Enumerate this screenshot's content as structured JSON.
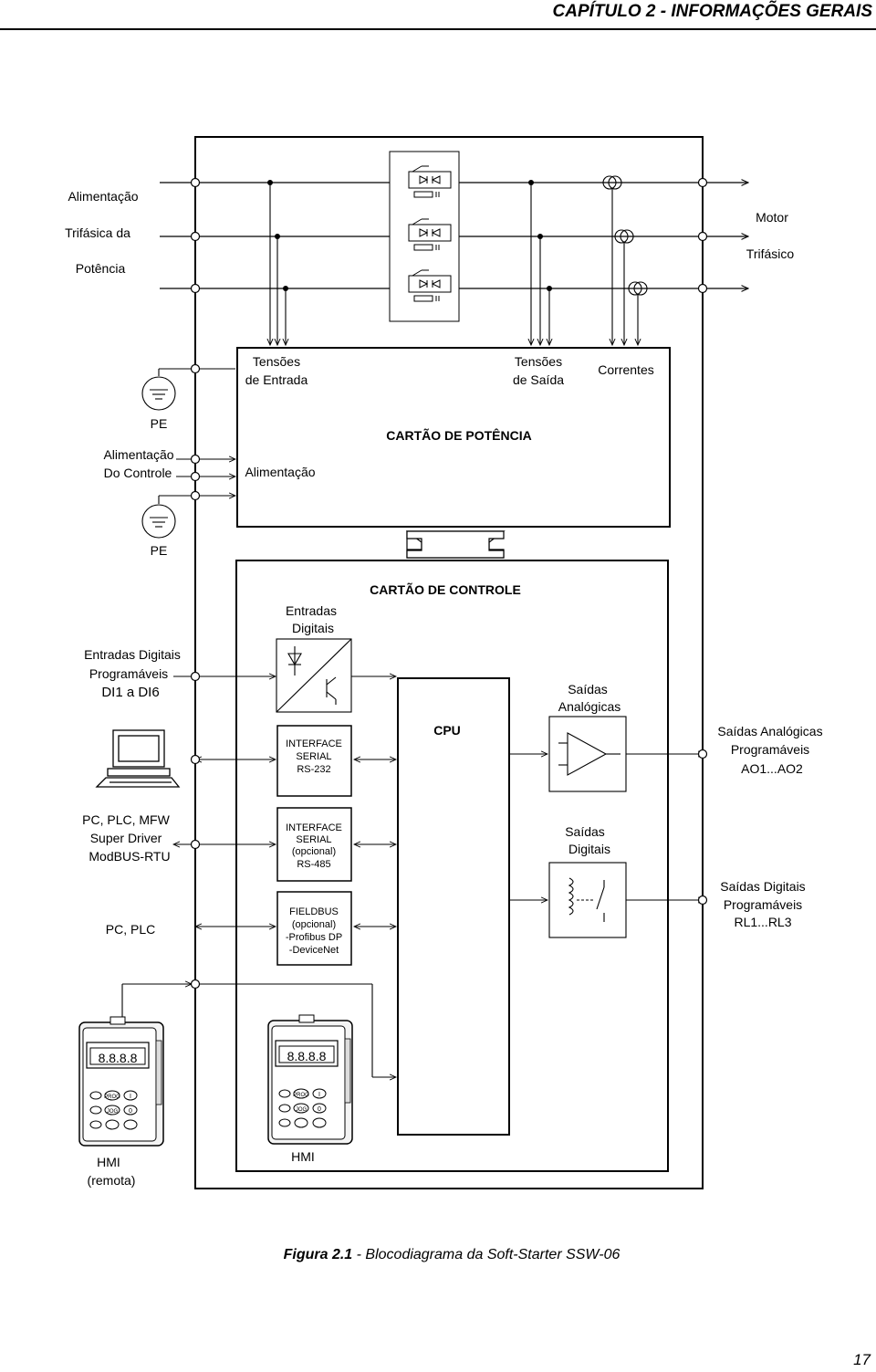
{
  "header": {
    "title": "CAPÍTULO 2 - INFORMAÇÕES GERAIS"
  },
  "left_labels": {
    "alimentacao": "Alimentação",
    "trifasica": "Trifásica da",
    "potencia": "Potência",
    "pe": "PE",
    "alim_controle_1": "Alimentação",
    "alim_controle_2": "Do Controle",
    "di_1": "Entradas Digitais",
    "di_2": "Programáveis",
    "di_3": "DI1 a DI6",
    "pc_1": "PC, PLC, MFW",
    "pc_2": "Super Driver",
    "pc_3": "ModBUS-RTU",
    "pc_plc": "PC, PLC",
    "hmi_remota_1": "HMI",
    "hmi_remota_2": "(remota)"
  },
  "right_labels": {
    "motor_1": "Motor",
    "motor_2": "Trifásico",
    "ao_1": "Saídas Analógicas",
    "ao_2": "Programáveis",
    "ao_3": "AO1...AO2",
    "do_1": "Saídas Digitais",
    "do_2": "Programáveis",
    "do_3": "RL1...RL3"
  },
  "power_board": {
    "title": "CARTÃO DE POTÊNCIA",
    "tensoes_entrada_1": "Tensões",
    "tensoes_entrada_2": "de Entrada",
    "tensoes_saida_1": "Tensões",
    "tensoes_saida_2": "de Saída",
    "correntes": "Correntes",
    "alimentacao": "Alimentação"
  },
  "control_board": {
    "title": "CARTÃO DE CONTROLE",
    "entradas_1": "Entradas",
    "entradas_2": "Digitais",
    "cpu": "CPU",
    "rs232_1": "INTERFACE",
    "rs232_2": "SERIAL",
    "rs232_3": "RS-232",
    "rs485_1": "INTERFACE",
    "rs485_2": "SERIAL",
    "rs485_3": "(opcional)",
    "rs485_4": "RS-485",
    "fieldbus_1": "FIELDBUS",
    "fieldbus_2": "(opcional)",
    "fieldbus_3": "-Profibus DP",
    "fieldbus_4": "-DeviceNet",
    "saidas_analogicas_1": "Saídas",
    "saidas_analogicas_2": "Analógicas",
    "saidas_digitais_1": "Saídas",
    "saidas_digitais_2": "Digitais",
    "hmi": "HMI"
  },
  "hmi_panel": {
    "display": "8.8.8.8",
    "key_prog": "PROG",
    "key_jog": "JOG",
    "key_i": "I",
    "key_o": "0"
  },
  "caption": {
    "label": "Figura 2.1",
    "text": " - Blocodiagrama da Soft-Starter SSW-06"
  },
  "page_number": "17"
}
